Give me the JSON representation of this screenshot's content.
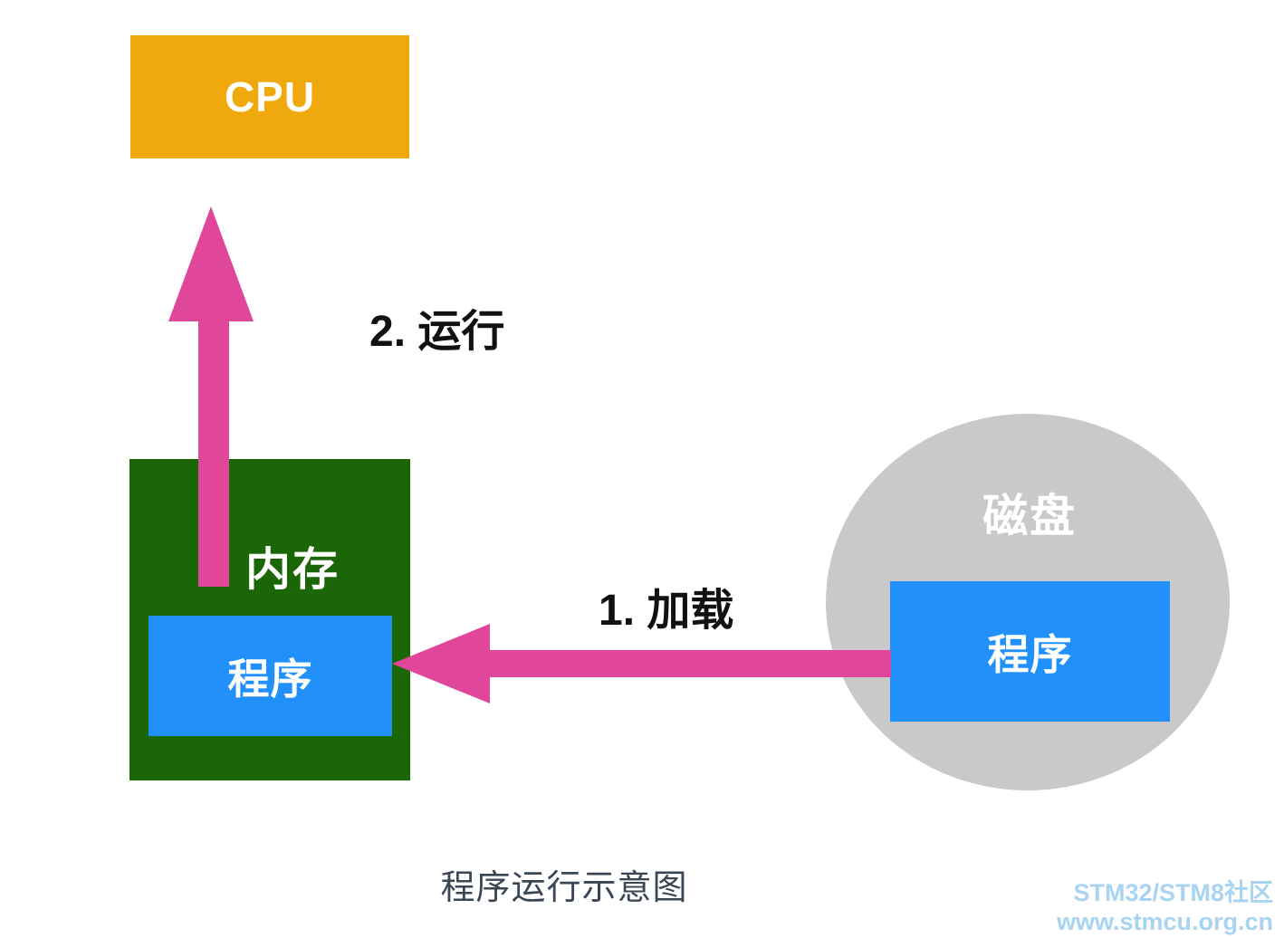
{
  "diagram": {
    "cpu": {
      "label": "CPU"
    },
    "memory": {
      "label": "内存",
      "program_label": "程序"
    },
    "disk": {
      "label": "磁盘",
      "program_label": "程序"
    },
    "steps": {
      "load": "1. 加载",
      "run": "2. 运行"
    },
    "caption": "程序运行示意图"
  },
  "watermark": {
    "line1": "STM32/STM8社区",
    "line2": "www.stmcu.org.cn"
  },
  "colors": {
    "cpu-box": "#F0A90C",
    "memory-box": "#1B6606",
    "program-box": "#2190FB",
    "disk-circle": "#C9C9C9",
    "arrow": "#E04699",
    "label-text": "#111111",
    "caption-text": "#3A4654",
    "watermark-text": "#A9D4F1"
  }
}
